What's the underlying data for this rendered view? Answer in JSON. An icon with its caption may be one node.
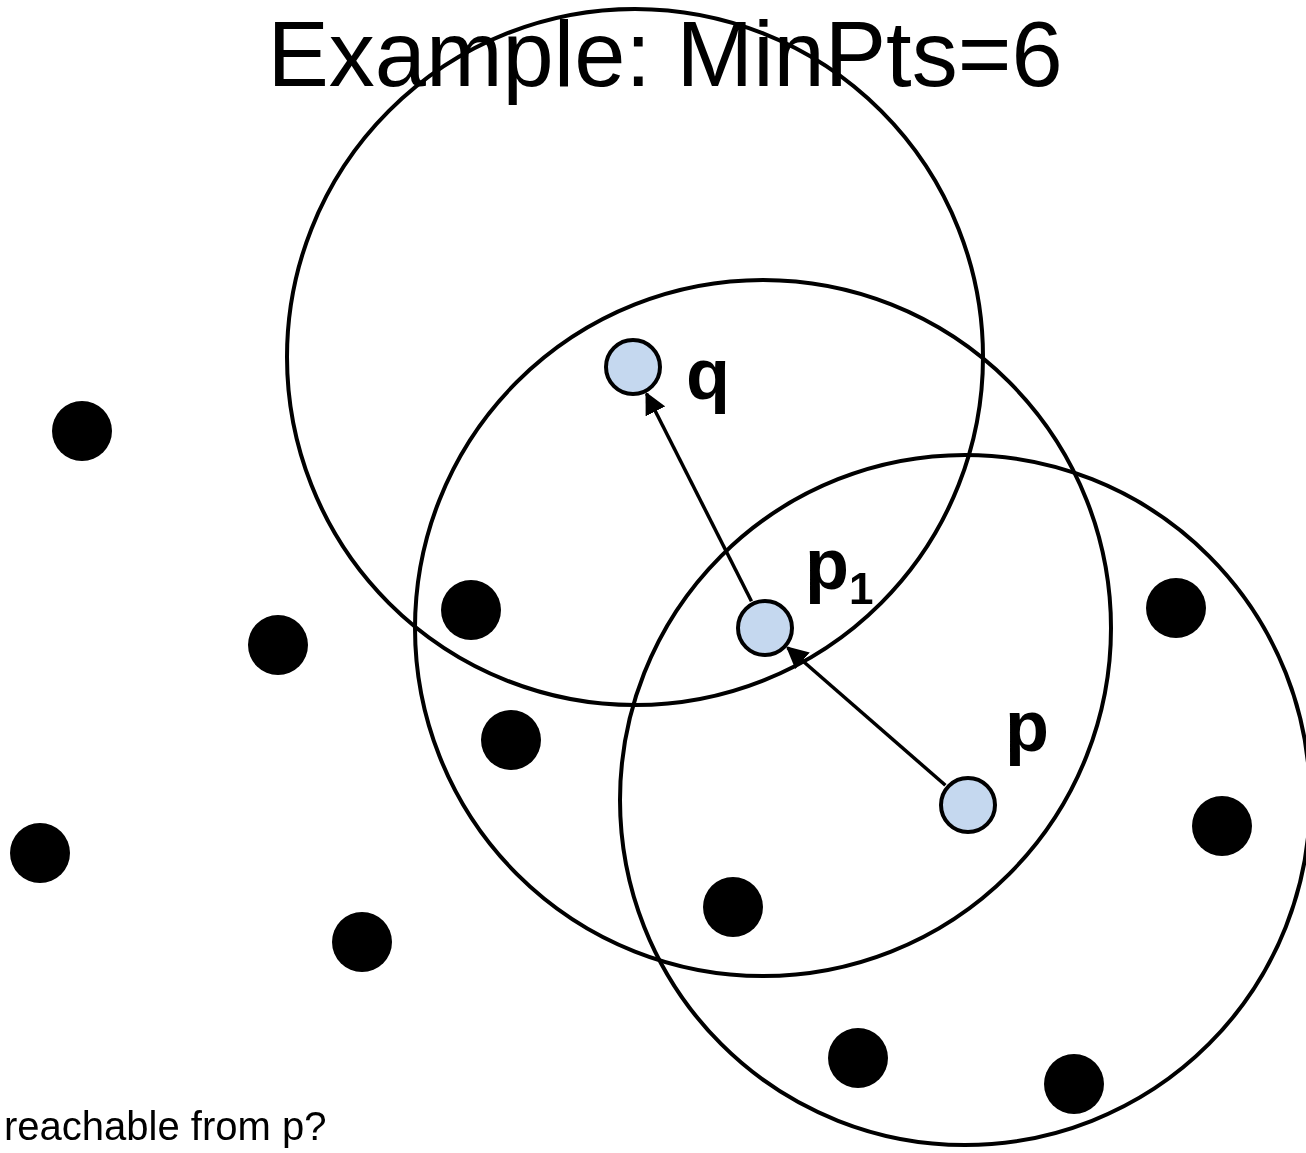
{
  "diagram": {
    "title": "Example: MinPts=6",
    "nodes": [
      {
        "text": [],
        "shape": "circle",
        "beside": [
          "q"
        ]
      },
      {
        "text": [],
        "shape": "circle",
        "beside": [
          "**p**$_{1}$"
        ]
      },
      {
        "text": [],
        "shape": "circle",
        "beside": [
          "p"
        ]
      }
    ],
    "edges": [
      {
        "from": 2,
        "to": 1,
        "arrow": "to"
      },
      {
        "from": 1,
        "to": 0,
        "arrow": "to"
      }
    ],
    "labels": [
      "reachable from p?"
    ]
  }
}
